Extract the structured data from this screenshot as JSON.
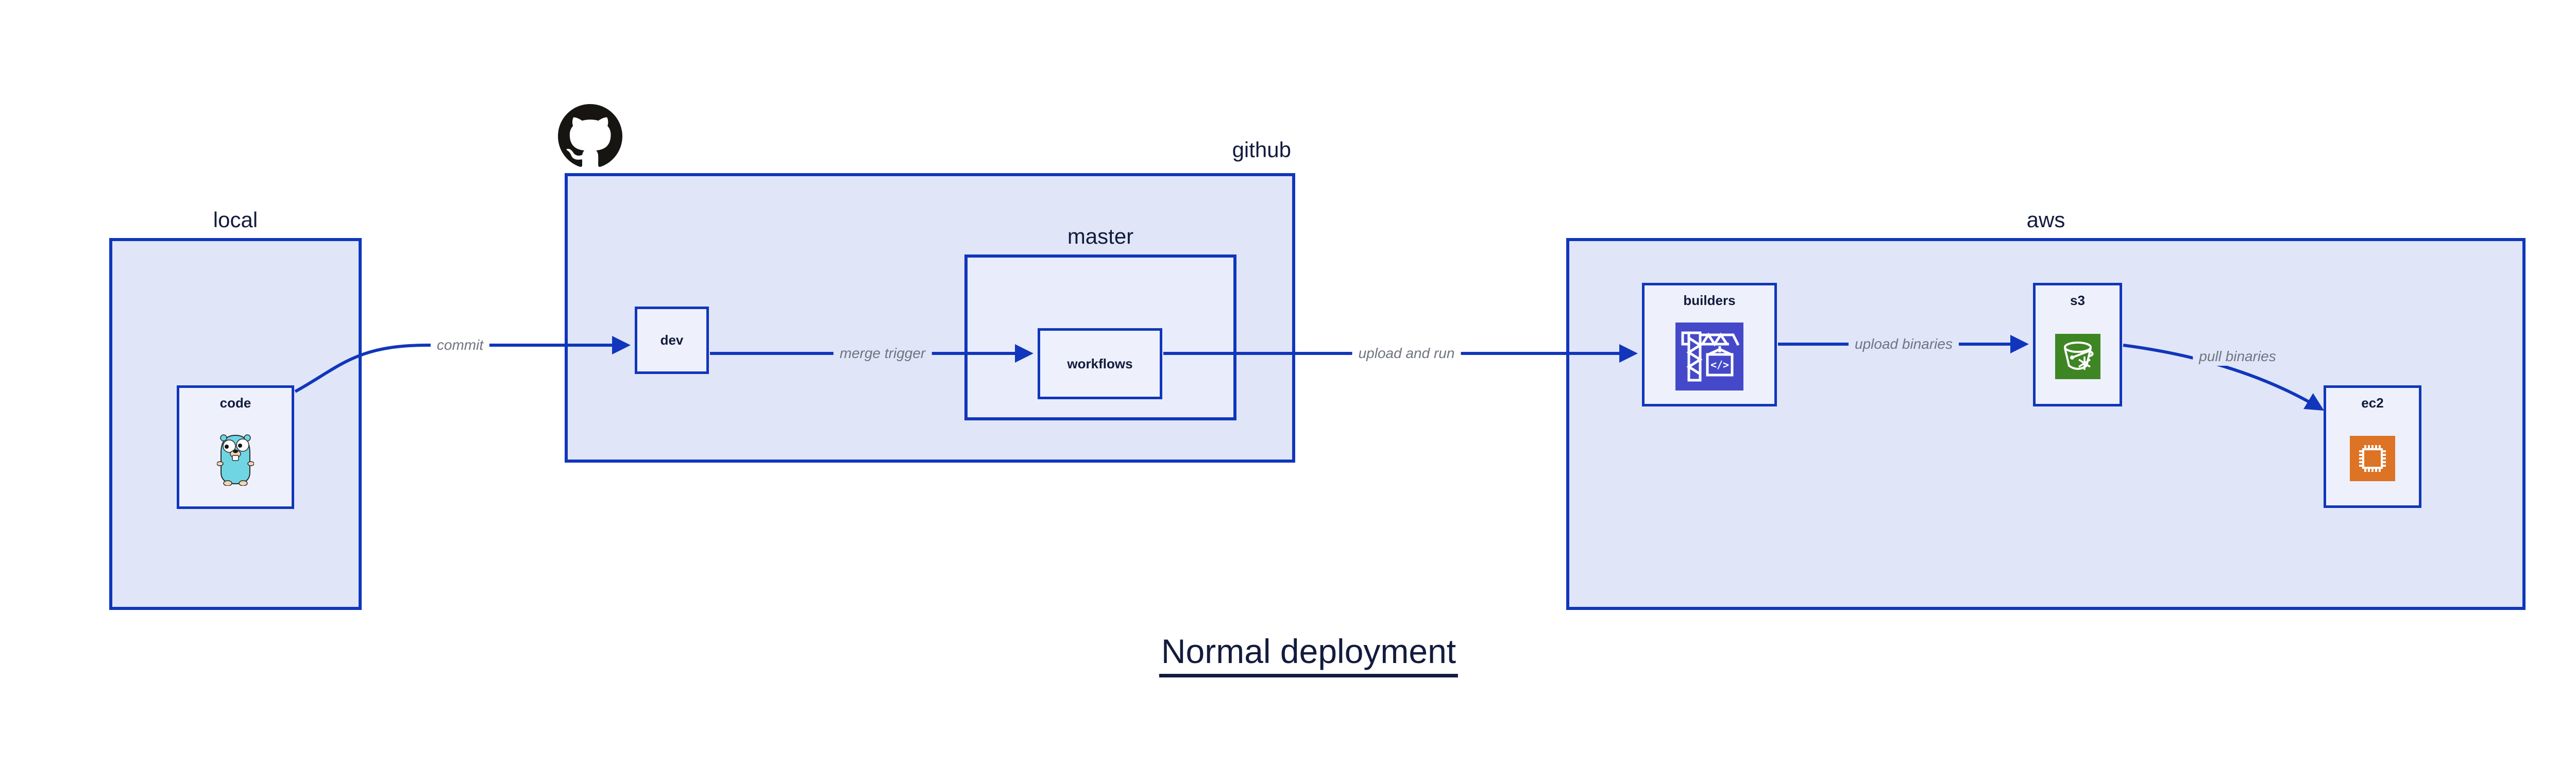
{
  "title": "Normal deployment",
  "colors": {
    "blue": "#1136bb",
    "outerFill": "#e0e6f8",
    "masterFill": "#e9edfb",
    "nodeFill": "#eef1fb",
    "navy": "#131b3d",
    "gray": "#6f7480",
    "buildersPurple": "#4549c9",
    "s3Green": "#3e8624",
    "ec2Orange": "#dd7324",
    "gopherTeal": "#6fd5e2",
    "gopherTan": "#f2d6b3",
    "githubBlack": "#171512"
  },
  "zones": {
    "local": {
      "label": "local"
    },
    "github": {
      "label": "github"
    },
    "master": {
      "label": "master"
    },
    "aws": {
      "label": "aws"
    }
  },
  "nodes": {
    "code": {
      "label": "code",
      "icon": "go-gopher-icon"
    },
    "dev": {
      "label": "dev"
    },
    "workflows": {
      "label": "workflows"
    },
    "builders": {
      "label": "builders",
      "icon": "codebuild-crane-icon",
      "glyph": "</>"
    },
    "s3": {
      "label": "s3",
      "icon": "s3-bucket-icon"
    },
    "ec2": {
      "label": "ec2",
      "icon": "ec2-chip-icon"
    }
  },
  "edges": {
    "commit": {
      "label": "commit"
    },
    "merge_trigger": {
      "label": "merge trigger"
    },
    "upload_and_run": {
      "label": "upload and run"
    },
    "upload_binaries": {
      "label": "upload binaries"
    },
    "pull_binaries": {
      "label": "pull binaries"
    }
  }
}
